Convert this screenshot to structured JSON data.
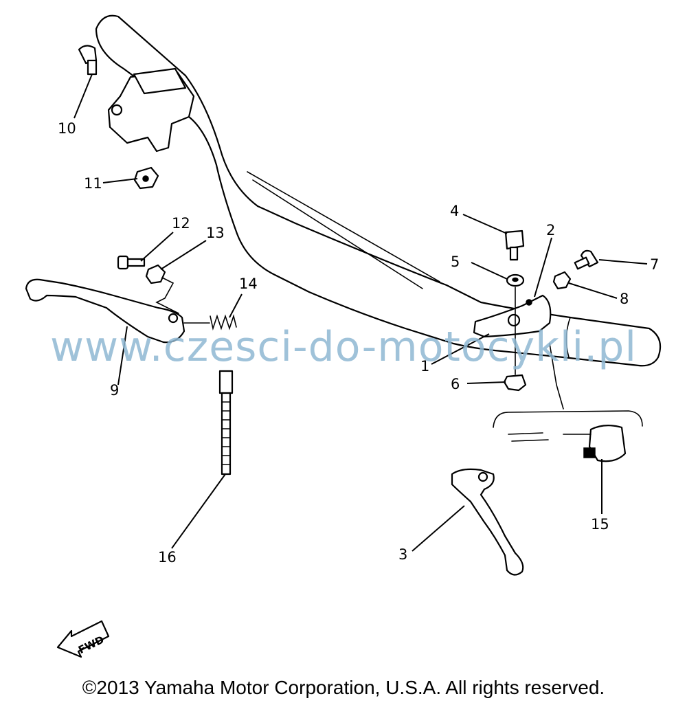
{
  "diagram": {
    "callouts": [
      {
        "num": "1"
      },
      {
        "num": "2"
      },
      {
        "num": "3"
      },
      {
        "num": "4"
      },
      {
        "num": "5"
      },
      {
        "num": "6"
      },
      {
        "num": "7"
      },
      {
        "num": "8"
      },
      {
        "num": "9"
      },
      {
        "num": "10"
      },
      {
        "num": "11"
      },
      {
        "num": "12"
      },
      {
        "num": "13"
      },
      {
        "num": "14"
      },
      {
        "num": "15"
      },
      {
        "num": "16"
      }
    ],
    "fwd_label": "FWD"
  },
  "watermark": "www.czesci-do-motocykli.pl",
  "copyright": "©2013 Yamaha Motor Corporation, U.S.A. All rights reserved."
}
